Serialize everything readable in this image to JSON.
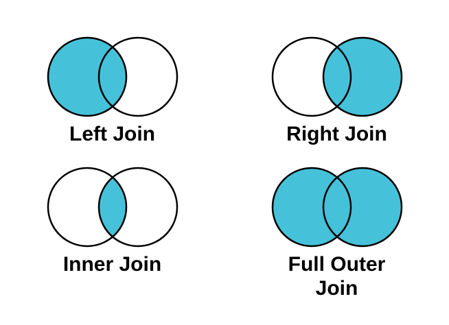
{
  "page": {
    "background_color": "#ffffff",
    "text_color": "#000000"
  },
  "diagram": {
    "description": "Venn diagrams of SQL join types",
    "fill_color": "#45C2D9",
    "stroke_color": "#000000",
    "stroke_width": 2.5,
    "cells": [
      {
        "id": "left-join",
        "label": "Left Join",
        "filled_region": "left"
      },
      {
        "id": "right-join",
        "label": "Right Join",
        "filled_region": "right"
      },
      {
        "id": "inner-join",
        "label": "Inner Join",
        "filled_region": "intersection"
      },
      {
        "id": "full-outer-join",
        "label": "Full Outer Join",
        "filled_region": "both"
      }
    ]
  }
}
